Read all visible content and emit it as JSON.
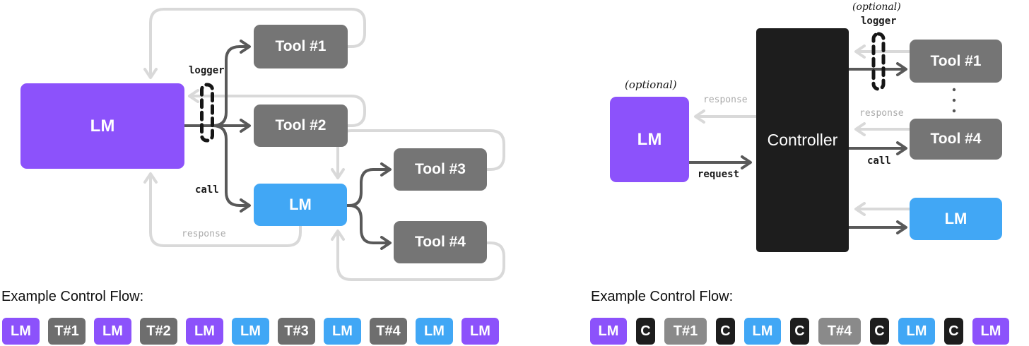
{
  "colors": {
    "purple": "#8C52FB",
    "blue": "#41A7F5",
    "gray_box": "#757575",
    "gray_badge_left": "#6E6E6E",
    "gray_badge_right": "#8A8A8A",
    "black": "#1D1D1D",
    "arrow_dark": "#595959",
    "arrow_light": "#D9D9D9",
    "muted_label": "#ABABAB"
  },
  "left_diagram": {
    "lm_label": "LM",
    "sub_lm_label": "LM",
    "tools": {
      "t1": "Tool #1",
      "t2": "Tool #2",
      "t3": "Tool #3",
      "t4": "Tool #4"
    },
    "logger_label": "logger",
    "call_label": "call",
    "response_label": "response"
  },
  "right_diagram": {
    "optional_lm_label": "(optional)",
    "lm_label": "LM",
    "controller_label": "Controller",
    "optional_logger_label": "(optional)",
    "logger_label": "logger",
    "tool1_label": "Tool #1",
    "tool4_label": "Tool #4",
    "sub_lm_label": "LM",
    "response_left_label": "response",
    "request_label": "request",
    "response_right_label": "response",
    "call_label": "call"
  },
  "left_flow": {
    "heading": "Example Control Flow:",
    "badges": [
      {
        "label": "LM",
        "type": "purple"
      },
      {
        "label": "T#1",
        "type": "gray"
      },
      {
        "label": "LM",
        "type": "purple"
      },
      {
        "label": "T#2",
        "type": "gray"
      },
      {
        "label": "LM",
        "type": "purple"
      },
      {
        "label": "LM",
        "type": "blue"
      },
      {
        "label": "T#3",
        "type": "gray"
      },
      {
        "label": "LM",
        "type": "blue"
      },
      {
        "label": "T#4",
        "type": "gray"
      },
      {
        "label": "LM",
        "type": "blue"
      },
      {
        "label": "LM",
        "type": "purple"
      }
    ]
  },
  "right_flow": {
    "heading": "Example Control Flow:",
    "badges": [
      {
        "label": "LM",
        "type": "purple"
      },
      {
        "label": "C",
        "type": "black"
      },
      {
        "label": "T#1",
        "type": "gray"
      },
      {
        "label": "C",
        "type": "black"
      },
      {
        "label": "LM",
        "type": "blue"
      },
      {
        "label": "C",
        "type": "black"
      },
      {
        "label": "T#4",
        "type": "gray"
      },
      {
        "label": "C",
        "type": "black"
      },
      {
        "label": "LM",
        "type": "blue"
      },
      {
        "label": "C",
        "type": "black"
      },
      {
        "label": "LM",
        "type": "purple"
      }
    ]
  }
}
